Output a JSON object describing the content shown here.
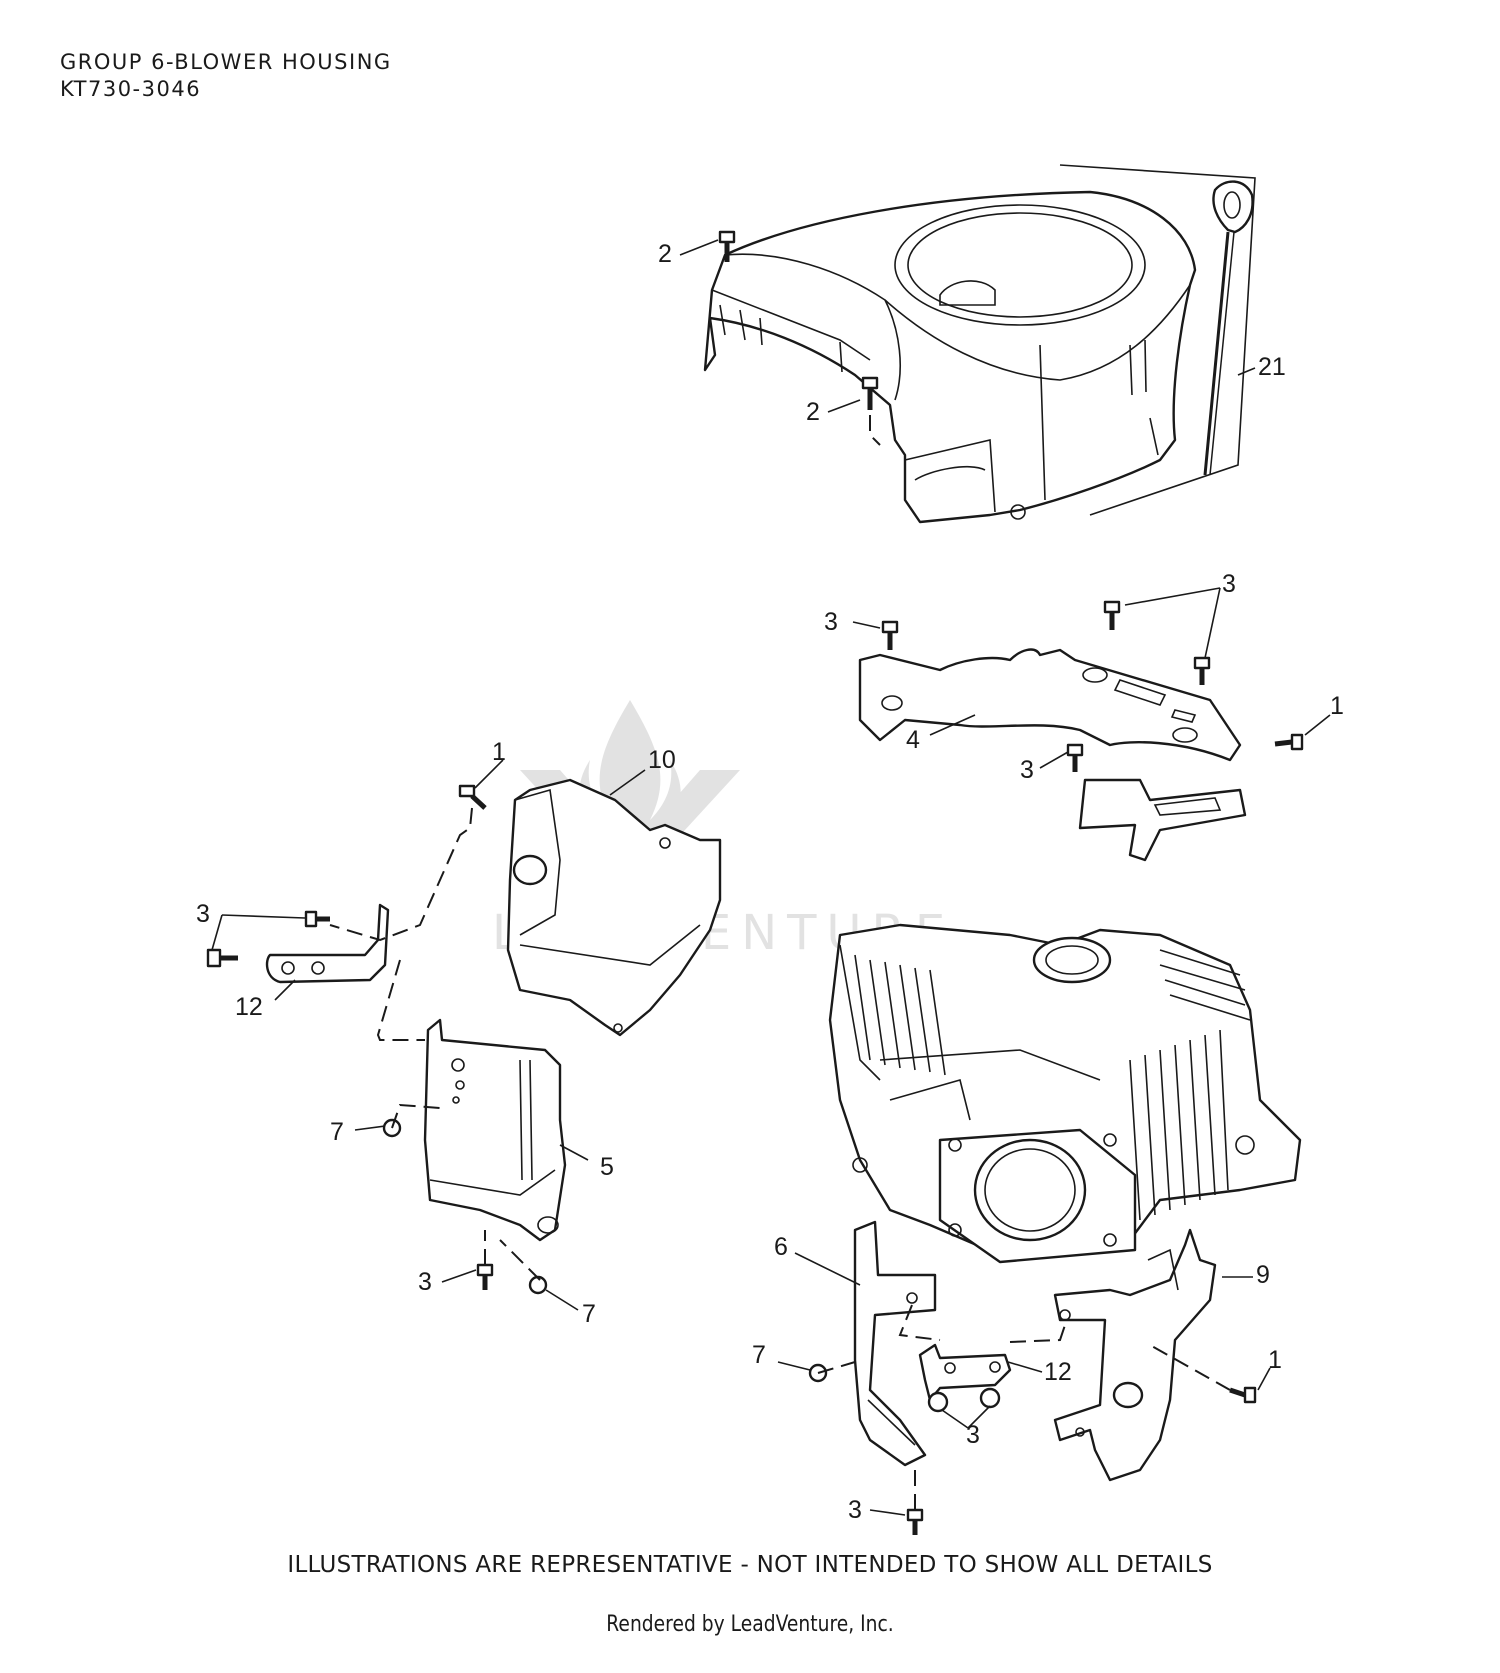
{
  "header": {
    "title": "GROUP 6-BLOWER HOUSING",
    "model": "KT730-3046"
  },
  "callouts": [
    {
      "id": "c2a",
      "label": "2"
    },
    {
      "id": "c2b",
      "label": "2"
    },
    {
      "id": "c21",
      "label": "21"
    },
    {
      "id": "c3a",
      "label": "3"
    },
    {
      "id": "c3b",
      "label": "3"
    },
    {
      "id": "c4",
      "label": "4"
    },
    {
      "id": "c1a",
      "label": "1"
    },
    {
      "id": "c3c",
      "label": "3"
    },
    {
      "id": "c1b",
      "label": "1"
    },
    {
      "id": "c10",
      "label": "10"
    },
    {
      "id": "c3d",
      "label": "3"
    },
    {
      "id": "c12a",
      "label": "12"
    },
    {
      "id": "c7a",
      "label": "7"
    },
    {
      "id": "c5",
      "label": "5"
    },
    {
      "id": "c3e",
      "label": "3"
    },
    {
      "id": "c7b",
      "label": "7"
    },
    {
      "id": "c6",
      "label": "6"
    },
    {
      "id": "c9",
      "label": "9"
    },
    {
      "id": "c7c",
      "label": "7"
    },
    {
      "id": "c12b",
      "label": "12"
    },
    {
      "id": "c1c",
      "label": "1"
    },
    {
      "id": "c3f",
      "label": "3"
    },
    {
      "id": "c3g",
      "label": "3"
    }
  ],
  "watermark": {
    "text": "LEADVENTURE"
  },
  "footer": {
    "disclaimer": "ILLUSTRATIONS ARE REPRESENTATIVE - NOT INTENDED TO SHOW ALL DETAILS",
    "rendered_by": "Rendered by LeadVenture, Inc."
  }
}
